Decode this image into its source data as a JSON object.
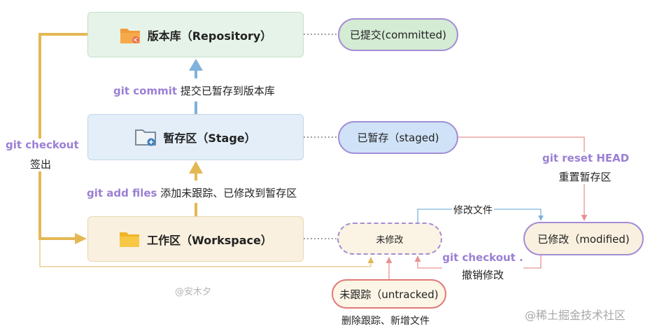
{
  "boxes": {
    "repository": "版本库（Repository）",
    "stage": "暂存区（Stage）",
    "workspace": "工作区（Workspace）"
  },
  "states": {
    "committed": "已提交(committed)",
    "staged": "已暂存（staged)",
    "modified": "已修改（modified)",
    "unmodified": "未修改",
    "untracked": "未跟踪（untracked)"
  },
  "edges": {
    "commit_cmd": "git commit",
    "commit_desc": "提交已暂存到版本库",
    "add_cmd": "git add files",
    "add_desc": "添加未跟踪、已修改到暂存区",
    "checkout_cmd": "git checkout",
    "checkout_desc": "签出",
    "reset_cmd": "git reset HEAD",
    "reset_desc": "重置暂存区",
    "modify_file": "修改文件",
    "checkout_dot_cmd": "git checkout .",
    "checkout_dot_desc": "撤销修改",
    "untracked_note": "删除跟踪、新增文件"
  },
  "watermarks": {
    "author": "@安木夕",
    "site": "@稀土掘金技术社区"
  },
  "colors": {
    "gold_arrow": "#e3b854",
    "blue_arrow": "#7fb2dc",
    "command_text": "#9b7fd4",
    "state_border": "#a38ed6",
    "reset_line": "#e89393",
    "thin_gold": "#e8c57a"
  },
  "icons": {
    "repository": "folder-share-icon",
    "stage": "folder-add-icon",
    "workspace": "folder-icon"
  }
}
